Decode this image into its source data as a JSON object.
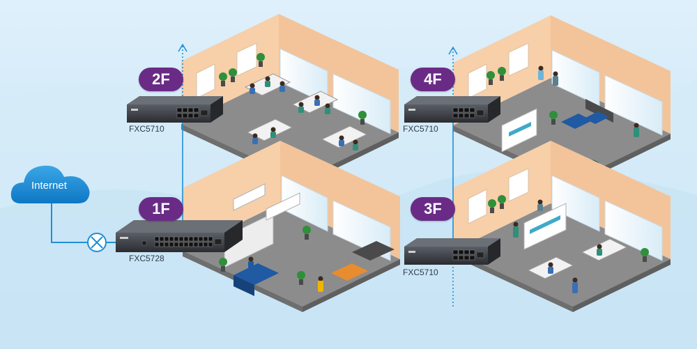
{
  "internet": {
    "label": "Internet"
  },
  "floors": [
    {
      "id": "1f",
      "badge": "1F",
      "switch_model": "FXC5728",
      "ports": 24
    },
    {
      "id": "2f",
      "badge": "2F",
      "switch_model": "FXC5710",
      "ports": 8
    },
    {
      "id": "3f",
      "badge": "3F",
      "switch_model": "FXC5710",
      "ports": 8
    },
    {
      "id": "4f",
      "badge": "4F",
      "switch_model": "FXC5710",
      "ports": 8
    }
  ],
  "colors": {
    "background": "#cfe7f6",
    "badge": "#6a2b86",
    "wall": "#f7cfa9",
    "floor": "#8c8c8c",
    "switch": "#3a3d42",
    "link": "#1f8fd6",
    "cloud": "#1d8fd8"
  }
}
